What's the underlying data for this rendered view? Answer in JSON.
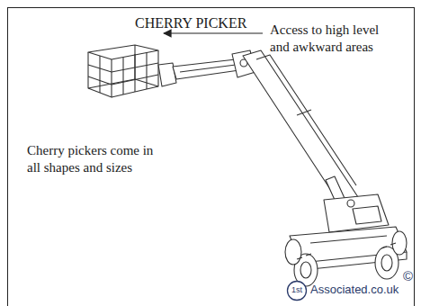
{
  "diagram": {
    "title": "CHERRY PICKER",
    "labels": [
      "Access to high level and awkward areas",
      "Cherry pickers come in all shapes and sizes",
      "1st",
      "Associated.co.uk",
      "©"
    ]
  }
}
